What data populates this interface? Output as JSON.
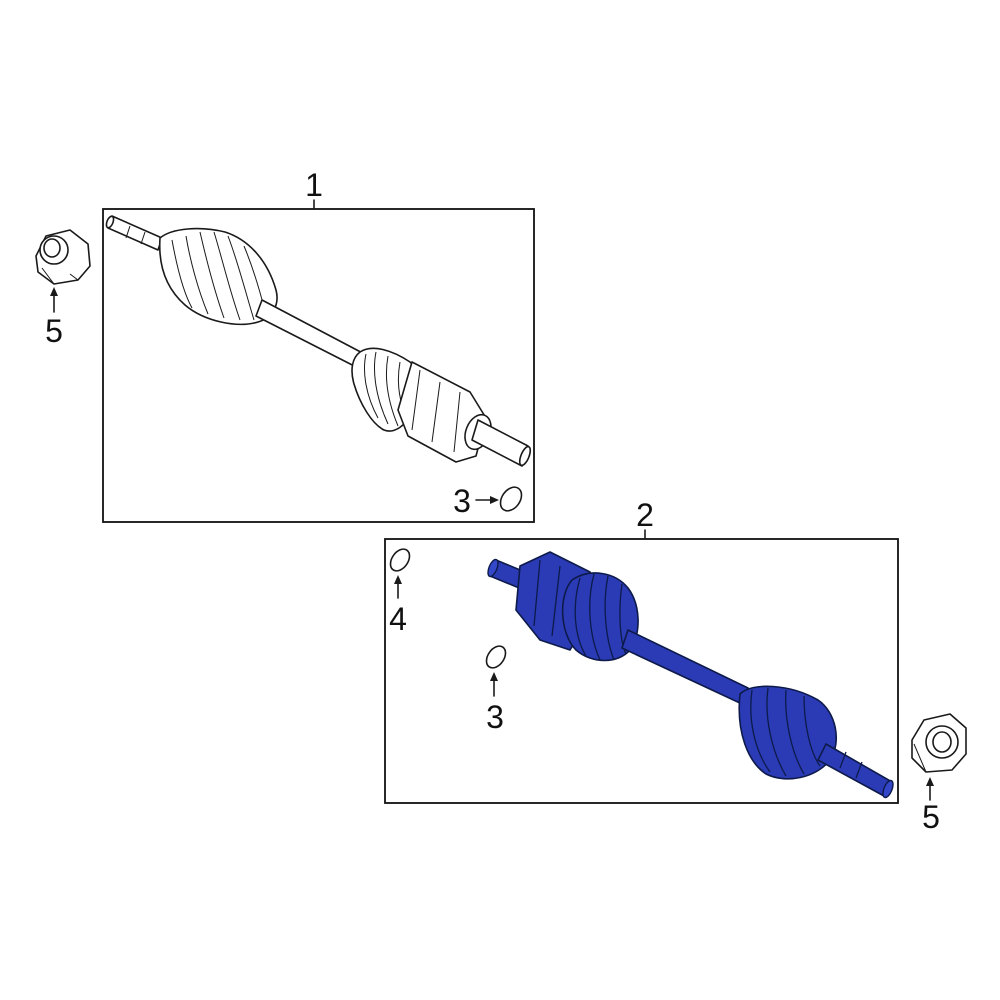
{
  "colors": {
    "highlight": "#2a3bb5",
    "outline": "#1a1a1a",
    "background": "#ffffff"
  },
  "callouts": {
    "part1": "1",
    "part2": "2",
    "oring_top": "3",
    "oring_bottom": "3",
    "oring_4": "4",
    "nut_left": "5",
    "nut_right": "5"
  }
}
